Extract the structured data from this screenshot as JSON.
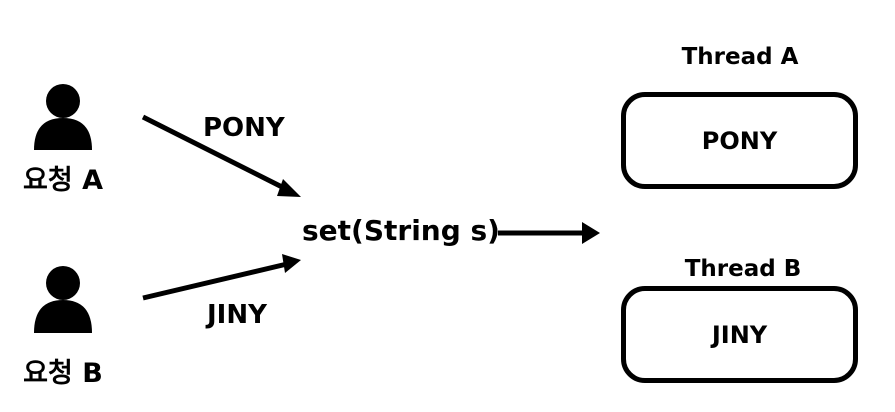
{
  "users": [
    {
      "label": "요청 A",
      "icon": "person-icon"
    },
    {
      "label": "요청 B",
      "icon": "person-icon"
    }
  ],
  "edges": [
    {
      "label": "PONY"
    },
    {
      "label": "JINY"
    }
  ],
  "method": {
    "label": "set(String s)"
  },
  "threads": [
    {
      "title": "Thread A",
      "value": "PONY"
    },
    {
      "title": "Thread B",
      "value": "JINY"
    }
  ],
  "colors": {
    "stroke": "#000000",
    "background": "#ffffff"
  }
}
